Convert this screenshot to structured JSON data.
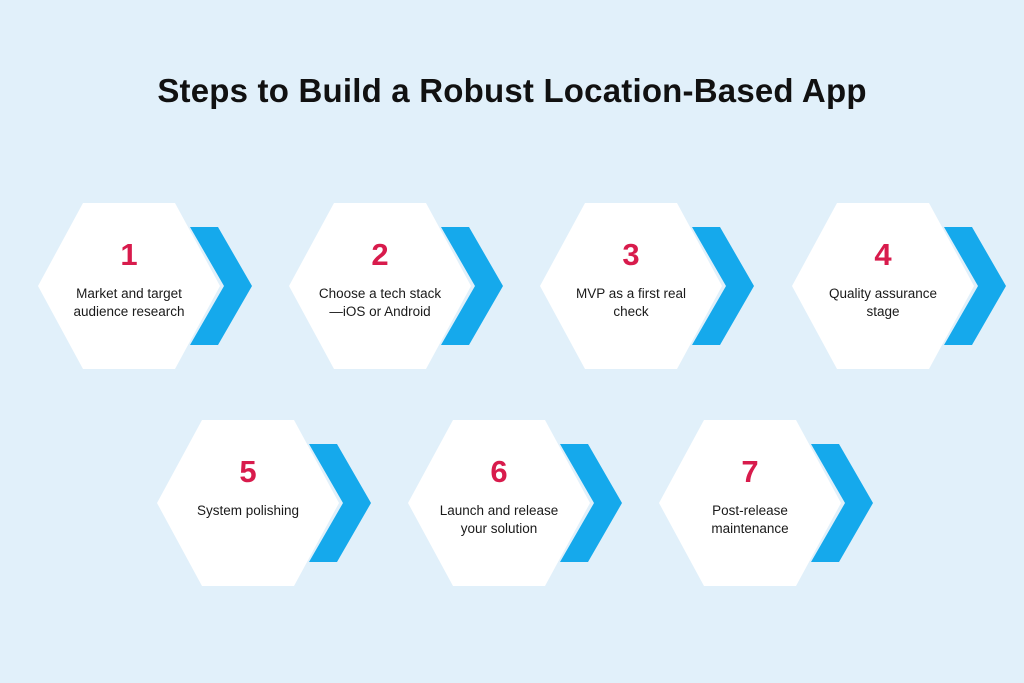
{
  "title": "Steps to Build a Robust Location-Based App",
  "colors": {
    "background": "#e1f0fa",
    "hexagon": "#ffffff",
    "chevron": "#15a9ec",
    "number": "#d81b4c",
    "text": "#1a1a1a"
  },
  "steps": [
    {
      "number": "1",
      "label": "Market and target audience research"
    },
    {
      "number": "2",
      "label": "Choose a tech stack—iOS or Android"
    },
    {
      "number": "3",
      "label": "MVP as a first real check"
    },
    {
      "number": "4",
      "label": "Quality assurance stage"
    },
    {
      "number": "5",
      "label": "System polishing"
    },
    {
      "number": "6",
      "label": "Launch and release your solution"
    },
    {
      "number": "7",
      "label": "Post-release maintenance"
    }
  ]
}
